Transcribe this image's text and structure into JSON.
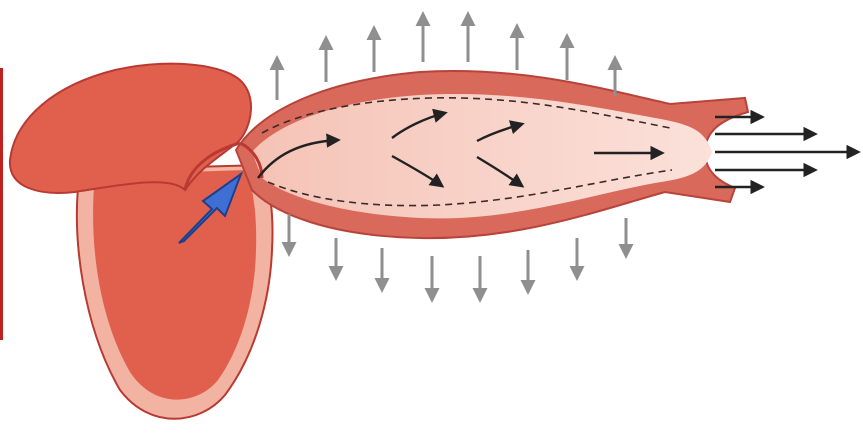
{
  "diagram": {
    "components": [
      {
        "name": "heart-ventricle",
        "icon": "ventricle-shape"
      },
      {
        "name": "aorta-vessel",
        "icon": "tapering-vessel"
      },
      {
        "name": "intake-arrow",
        "icon": "blue-arrow"
      },
      {
        "name": "internal-flow-arrows",
        "icon": "curved-black-arrows"
      },
      {
        "name": "wall-expansion-arrows",
        "icon": "grey-arrows"
      },
      {
        "name": "outflow-arrows",
        "icon": "black-arrows"
      }
    ],
    "colors": {
      "accent_bar": "#c0201e",
      "ventricle_fill": "#e0604d",
      "ventricle_outer": "#f2b3a3",
      "ventricle_edge": "#b83a33",
      "vessel_wall": "#d9695a",
      "vessel_wall_edge": "#b8433b",
      "lumen_light": "#fbe1da",
      "lumen_mid": "#f5c3b6",
      "intake_arrow": "#3f6fd4",
      "intake_arrow_edge": "#1f3f8a",
      "flow_arrow": "#222222",
      "expansion_arrow": "#8f8f8f"
    }
  }
}
